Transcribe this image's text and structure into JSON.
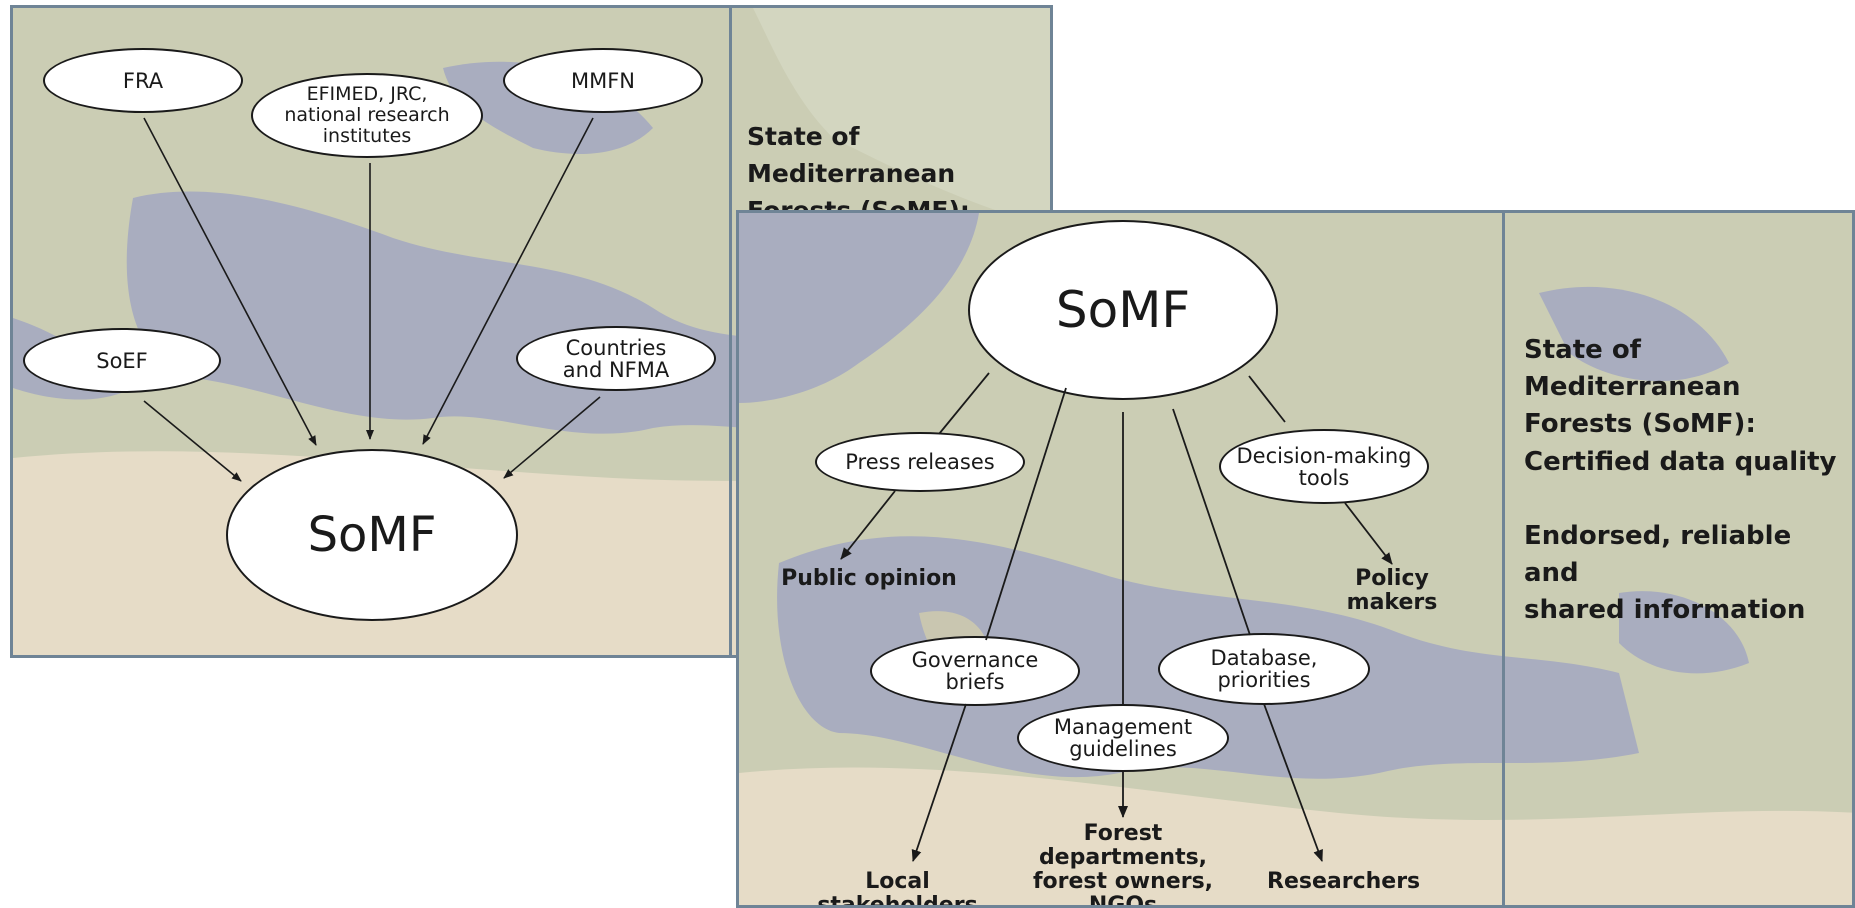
{
  "left_diagram": {
    "sources": {
      "fra": "FRA",
      "efimed": "EFIMED, JRC,\nnational research\ninstitutes",
      "mmfn": "MMFN",
      "soef": "SoEF",
      "countries": "Countries\nand NFMA"
    },
    "center": "SoMF",
    "side_title": "State of Mediterranean\nForests (SoMF):"
  },
  "right_diagram": {
    "center": "SoMF",
    "products": {
      "press": "Press releases",
      "decision": "Decision-making\ntools",
      "governance": "Governance\nbriefs",
      "database": "Database,\npriorities",
      "management": "Management\nguidelines"
    },
    "audiences": {
      "public": "Public opinion",
      "policy": "Policy makers",
      "local": "Local stakeholders",
      "forest": "Forest departments,\nforest owners,\nNGOs",
      "researchers": "Researchers"
    },
    "side_title": "State of Mediterranean\nForests (SoMF):",
    "side_quality": "Certified data quality",
    "side_endorsed": "Endorsed, reliable and\nshared information"
  },
  "colors": {
    "panel_border": "#6f8496",
    "sea": "#a9adbf",
    "land": "#c9cbb0",
    "desert": "#e7dcc6"
  }
}
